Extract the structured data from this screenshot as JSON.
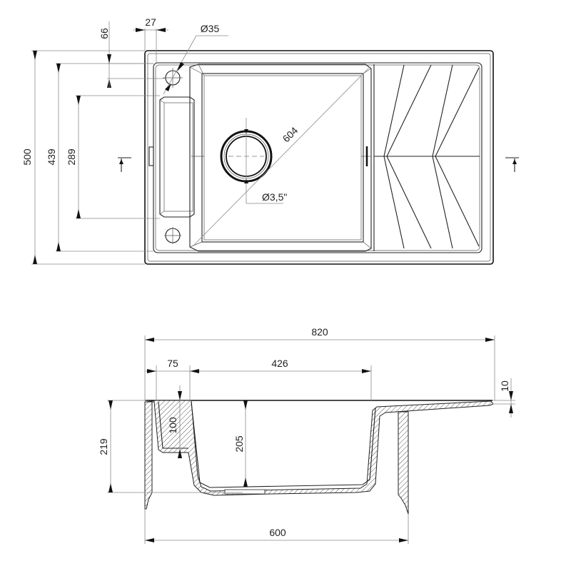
{
  "drawing": {
    "title": "Kitchen sink technical drawing",
    "units": "mm",
    "line_color": "#111111",
    "dimension_line_color": "#8a8a8a",
    "background": "#ffffff"
  },
  "top_view": {
    "dimensions": {
      "overall_depth": "500",
      "inner_depth": "439",
      "drain_tray_depth": "289",
      "tap_hole_offset_y": "66",
      "tap_hole_offset_x": "27",
      "tap_hole_diameter": "Ø35",
      "bowl_diagonal": "604",
      "drain_diameter": "Ø3,5\""
    },
    "section_markers": [
      "section-marker-left",
      "section-marker-right"
    ]
  },
  "section_view": {
    "dimensions": {
      "overall_width": "820",
      "rim_to_bowl": "75",
      "bowl_width": "426",
      "rim_thickness": "10",
      "total_height": "219",
      "tray_depth": "100",
      "bowl_depth": "205",
      "cabinet_width": "600"
    }
  }
}
